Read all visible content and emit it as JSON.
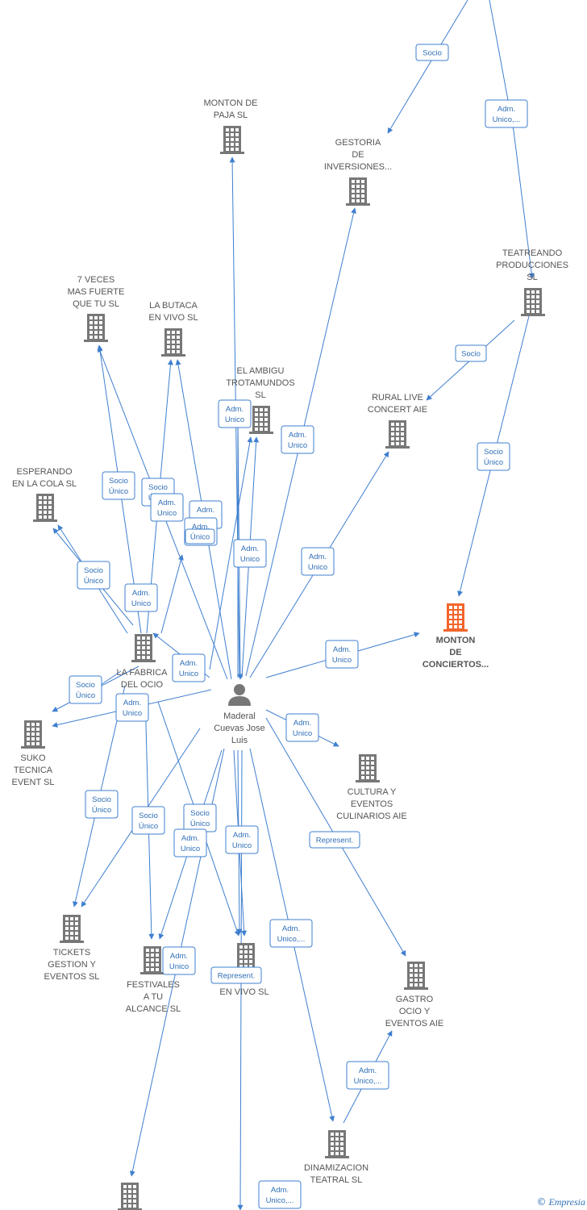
{
  "colors": {
    "edge": "#3f7fcf",
    "label_border": "#3f7fcf",
    "label_text": "#2f6fb6",
    "building": "#777777",
    "building_focus": "#f2652c",
    "person": "#777777",
    "text": "#555555"
  },
  "copyright": "©",
  "brand": "Empresia",
  "nodes": [
    {
      "id": "person",
      "kind": "person",
      "lines": [
        "Maderal",
        "Cuevas Jose",
        "Luis"
      ]
    },
    {
      "id": "monton-conciertos",
      "kind": "company",
      "focus": true,
      "lines": [
        "MONTON",
        "DE",
        "CONCIERTOS..."
      ]
    },
    {
      "id": "monton-paja",
      "kind": "company",
      "lines": [
        "MONTON DE",
        "PAJA  SL"
      ]
    },
    {
      "id": "gestoria",
      "kind": "company",
      "lines": [
        "GESTORIA",
        "DE",
        "INVERSIONES..."
      ]
    },
    {
      "id": "teatreando",
      "kind": "company",
      "lines": [
        "TEATREANDO",
        "PRODUCCIONES",
        "SL"
      ]
    },
    {
      "id": "rural-live",
      "kind": "company",
      "lines": [
        "RURAL LIVE",
        "CONCERT AIE"
      ]
    },
    {
      "id": "ambigu",
      "kind": "company",
      "lines": [
        "EL AMBIGU",
        "TROTAMUNDOS",
        "SL"
      ]
    },
    {
      "id": "siete-veces",
      "kind": "company",
      "lines": [
        "7 VECES",
        "MAS FUERTE",
        "QUE TU  SL"
      ]
    },
    {
      "id": "butaca",
      "kind": "company",
      "lines": [
        "LA BUTACA",
        "EN VIVO  SL"
      ]
    },
    {
      "id": "esperando",
      "kind": "company",
      "lines": [
        "ESPERANDO",
        "EN LA COLA  SL"
      ]
    },
    {
      "id": "fabrica",
      "kind": "company",
      "lines": [
        "LA FABRICA",
        "DEL OCIO",
        "SL"
      ]
    },
    {
      "id": "suko",
      "kind": "company",
      "lines": [
        "SUKO",
        "TECNICA",
        "EVENT  SL"
      ]
    },
    {
      "id": "cultura",
      "kind": "company",
      "lines": [
        "CULTURA Y",
        "EVENTOS",
        "CULINARIOS  AIE"
      ]
    },
    {
      "id": "tickets",
      "kind": "company",
      "lines": [
        "TICKETS",
        "GESTION Y",
        "EVENTOS  SL"
      ]
    },
    {
      "id": "festivales",
      "kind": "company",
      "lines": [
        "FESTIVALES",
        "A TU",
        "ALCANCE SL"
      ]
    },
    {
      "id": "en-vivo",
      "kind": "company",
      "lines": [
        "S",
        "EN VIVO  SL"
      ]
    },
    {
      "id": "gastro",
      "kind": "company",
      "lines": [
        "GASTRO",
        "OCIO Y",
        "EVENTOS AIE"
      ]
    },
    {
      "id": "dinamizacion",
      "kind": "company",
      "lines": [
        "DINAMIZACION",
        "TEATRAL  SL"
      ]
    },
    {
      "id": "bottom-company",
      "kind": "company",
      "lines": []
    }
  ],
  "relations": [
    {
      "id": "r1",
      "lines": [
        "Socio"
      ]
    },
    {
      "id": "r2",
      "lines": [
        "Adm.",
        "Unico,..."
      ]
    },
    {
      "id": "r3",
      "lines": [
        "Socio"
      ]
    },
    {
      "id": "r4",
      "lines": [
        "Socio",
        "Único"
      ]
    },
    {
      "id": "r5",
      "lines": [
        "Adm.",
        "Unico"
      ]
    },
    {
      "id": "r6",
      "lines": [
        "Adm.",
        "Unico"
      ]
    },
    {
      "id": "r7",
      "lines": [
        "Adm.",
        "Unico"
      ]
    },
    {
      "id": "r8",
      "lines": [
        "Adm.",
        "Unico"
      ]
    },
    {
      "id": "r9",
      "lines": [
        "Adm.",
        "Unico"
      ]
    },
    {
      "id": "r10",
      "lines": [
        "Socio",
        "Único"
      ]
    },
    {
      "id": "r11",
      "lines": [
        "Socio",
        "Único"
      ]
    },
    {
      "id": "r12",
      "lines": [
        "Adm.",
        "Unico"
      ]
    },
    {
      "id": "r13",
      "lines": [
        "Adm.",
        "Unico"
      ]
    },
    {
      "id": "r14",
      "lines": [
        "Socio",
        "Único"
      ]
    },
    {
      "id": "r15",
      "lines": [
        "Adm.",
        "Unico"
      ]
    },
    {
      "id": "r16",
      "lines": [
        "Adm.",
        "Unico"
      ]
    },
    {
      "id": "r17",
      "lines": [
        "Adm.",
        "Unico"
      ]
    },
    {
      "id": "r18",
      "lines": [
        "Socio",
        "Único"
      ]
    },
    {
      "id": "r19",
      "lines": [
        "Adm.",
        "Unico"
      ]
    },
    {
      "id": "r20",
      "lines": [
        "Adm.",
        "Unico"
      ]
    },
    {
      "id": "r21",
      "lines": [
        "Represent."
      ]
    },
    {
      "id": "r22",
      "lines": [
        "Socio",
        "Único"
      ]
    },
    {
      "id": "r23",
      "lines": [
        "Socio",
        "Único"
      ]
    },
    {
      "id": "r24",
      "lines": [
        "Socio",
        "Único"
      ]
    },
    {
      "id": "r25",
      "lines": [
        "Adm.",
        "Unico"
      ]
    },
    {
      "id": "r26",
      "lines": [
        "Adm.",
        "Unico"
      ]
    },
    {
      "id": "r27",
      "lines": [
        "Adm.",
        "Unico"
      ]
    },
    {
      "id": "r28",
      "lines": [
        "Represent."
      ]
    },
    {
      "id": "r29",
      "lines": [
        "Adm.",
        "Unico,..."
      ]
    },
    {
      "id": "r30",
      "lines": [
        "Adm.",
        "Unico,..."
      ]
    },
    {
      "id": "r31",
      "lines": [
        "Adm.",
        "Unico,..."
      ]
    },
    {
      "id": "r32",
      "lines": [
        "Único"
      ]
    }
  ]
}
